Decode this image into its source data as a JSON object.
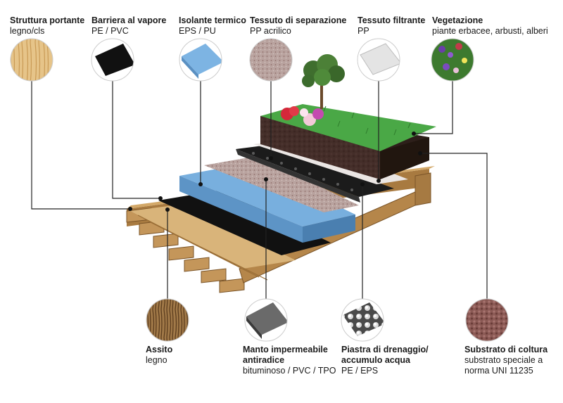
{
  "top_labels": [
    {
      "id": "struttura",
      "title": "Struttura portante",
      "sub": "legno/cls"
    },
    {
      "id": "barriera",
      "title": "Barriera al vapore",
      "sub": "PE / PVC"
    },
    {
      "id": "isolante",
      "title": "Isolante termico",
      "sub": "EPS / PU"
    },
    {
      "id": "separazione",
      "title": "Tessuto di separazione",
      "sub": "PP acrilico"
    },
    {
      "id": "filtrante",
      "title": "Tessuto filtrante",
      "sub": "PP"
    },
    {
      "id": "vegetazione",
      "title": "Vegetazione",
      "sub": "piante erbacee, arbusti, alberi"
    }
  ],
  "bottom_labels": [
    {
      "id": "assito",
      "title": "Assito",
      "sub": "legno"
    },
    {
      "id": "manto",
      "title": "Manto impermeabile",
      "title2": "antiradice",
      "sub": "bituminoso / PVC / TPO"
    },
    {
      "id": "piastra",
      "title": "Piastra di drenaggio/",
      "title2": "accumulo acqua",
      "sub": "PE / EPS"
    },
    {
      "id": "substrato",
      "title": "Substrato di coltura",
      "sub": "substrato speciale a",
      "sub2": "norma UNI 11235"
    }
  ],
  "colors": {
    "wood": "#c79a5a",
    "wood_dark": "#8a6334",
    "barrier": "#111111",
    "insulation": "#6fa6d6",
    "insulation_side": "#4f86b8",
    "separation": "#9a8a86",
    "drainage": "#1b1b1b",
    "filter": "#e9e4e2",
    "soil": "#2b1d18",
    "grass": "#3f9a3a",
    "leader": "#222222"
  }
}
